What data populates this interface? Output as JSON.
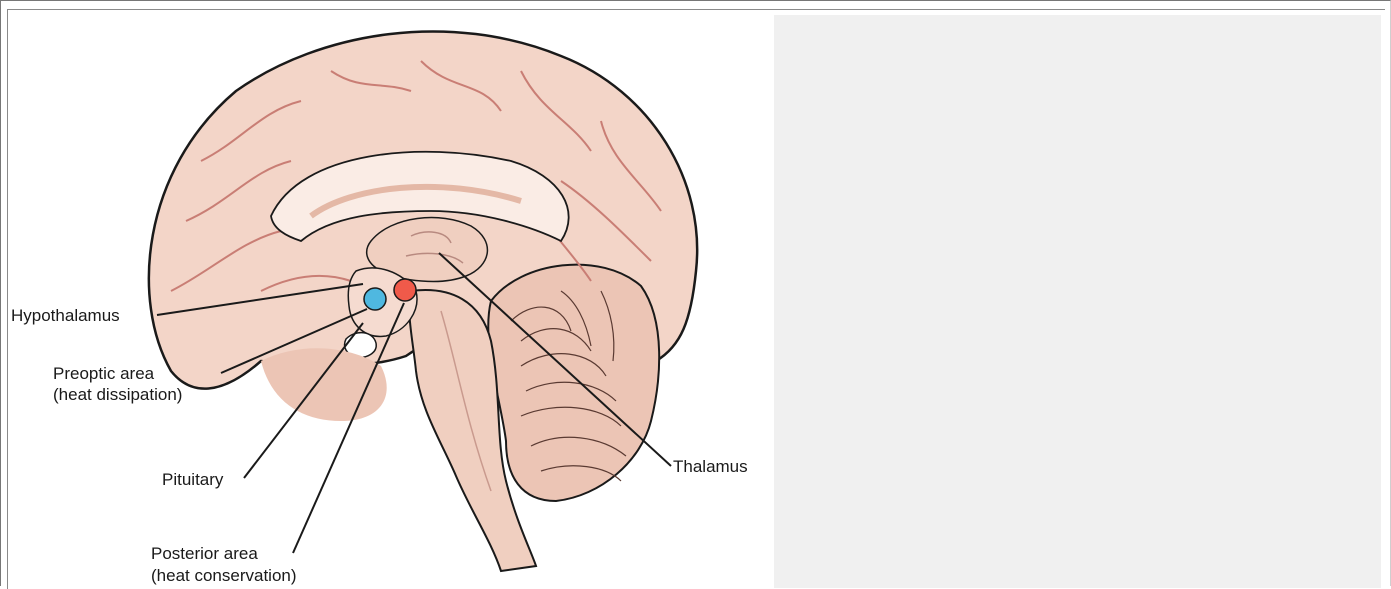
{
  "labels": {
    "hypothalamus": "Hypothalamus",
    "preoptic_line1": "Preoptic area",
    "preoptic_line2": "(heat dissipation)",
    "pituitary": "Pituitary",
    "posterior_line1": "Posterior area",
    "posterior_line2": "(heat conservation)",
    "thalamus": "Thalamus"
  },
  "markers": {
    "preoptic_color": "#4fb8e0",
    "posterior_color": "#f05a4a"
  },
  "colors": {
    "brain_fill": "#f3d5c8",
    "brain_dark": "#e4b8a6",
    "gyrus_line": "#c97e75",
    "inner_light": "#faece5",
    "outline": "#1a1a1a"
  }
}
